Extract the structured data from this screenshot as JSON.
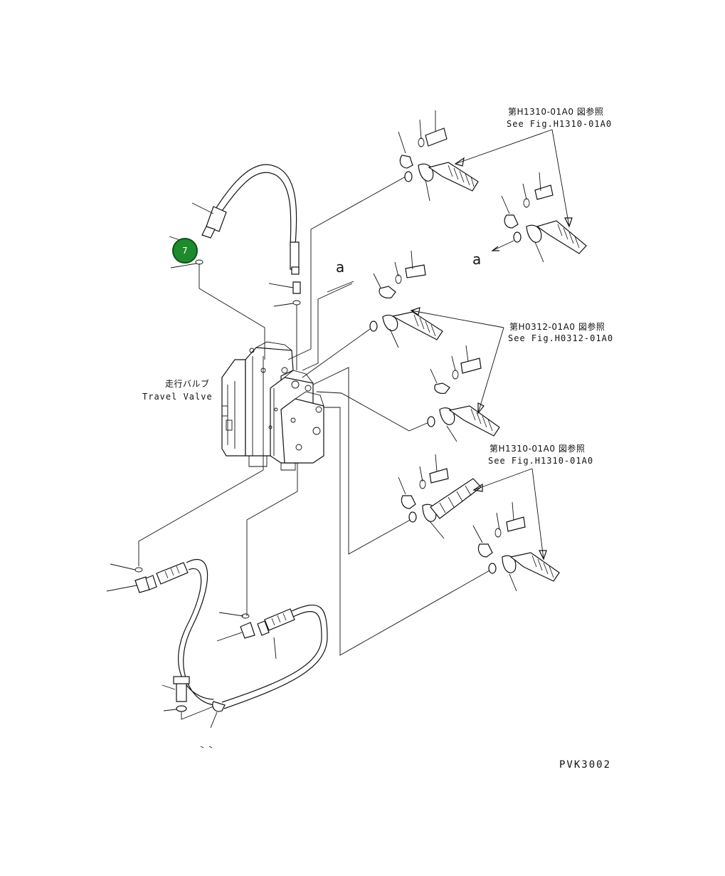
{
  "diagram": {
    "id_code": "PVK3002",
    "callout_a_1": "a",
    "callout_a_2": "a",
    "ref_1_jp": "第H1310-01A0 図参照",
    "ref_1_en": "See Fig.H1310-01A0",
    "ref_2_jp": "第H0312-01A0 図参照",
    "ref_2_en": "See Fig.H0312-01A0",
    "ref_3_jp": "第H1310-01A0 図参照",
    "ref_3_en": "See Fig.H1310-01A0",
    "valve_label_jp": "走行バルブ",
    "valve_label_en": "Travel Valve"
  },
  "badge": {
    "number": "7",
    "color": "#1e8a2c"
  }
}
